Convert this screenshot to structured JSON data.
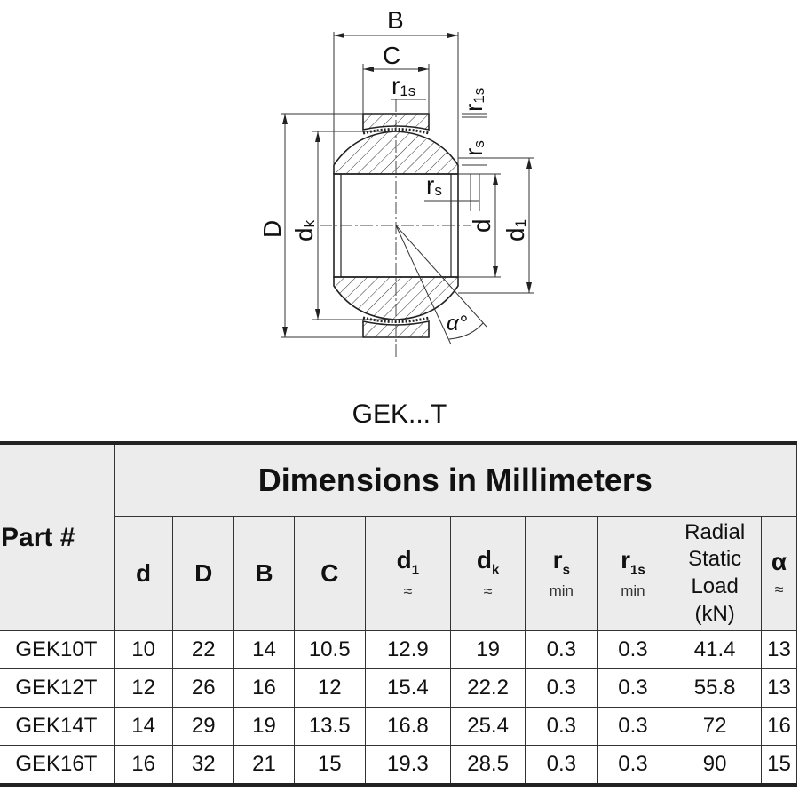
{
  "drawing": {
    "labels": {
      "B": "B",
      "C": "C",
      "r1s_top": "r",
      "r1s_top_sub": "1s",
      "r1s_side": "r",
      "r1s_side_sub": "1s",
      "rs_side": "r",
      "rs_side_sub": "s",
      "rs_mid": "r",
      "rs_mid_sub": "s",
      "D": "D",
      "dk": "d",
      "dk_sub": "k",
      "d": "d",
      "d1": "d",
      "d1_sub": "1",
      "alpha": "α°"
    }
  },
  "caption": "GEK...T",
  "table": {
    "title": "Dimensions in Millimeters",
    "part_header": "Part #",
    "columns": [
      {
        "main": "d",
        "sub": "",
        "note": ""
      },
      {
        "main": "D",
        "sub": "",
        "note": ""
      },
      {
        "main": "B",
        "sub": "",
        "note": ""
      },
      {
        "main": "C",
        "sub": "",
        "note": ""
      },
      {
        "main": "d",
        "sub": "1",
        "note": "≈"
      },
      {
        "main": "d",
        "sub": "k",
        "note": "≈"
      },
      {
        "main": "r",
        "sub": "s",
        "note": "min"
      },
      {
        "main": "r",
        "sub": "1s",
        "note": "min"
      },
      {
        "main": "Radial Static Load (kN)",
        "sub": "",
        "note": ""
      },
      {
        "main": "α",
        "sub": "",
        "note": "≈"
      }
    ],
    "rows": [
      {
        "part": "GEK10T",
        "values": [
          "10",
          "22",
          "14",
          "10.5",
          "12.9",
          "19",
          "0.3",
          "0.3",
          "41.4",
          "13"
        ]
      },
      {
        "part": "GEK12T",
        "values": [
          "12",
          "26",
          "16",
          "12",
          "15.4",
          "22.2",
          "0.3",
          "0.3",
          "55.8",
          "13"
        ]
      },
      {
        "part": "GEK14T",
        "values": [
          "14",
          "29",
          "19",
          "13.5",
          "16.8",
          "25.4",
          "0.3",
          "0.3",
          "72",
          "16"
        ]
      },
      {
        "part": "GEK16T",
        "values": [
          "16",
          "32",
          "21",
          "15",
          "19.3",
          "28.5",
          "0.3",
          "0.3",
          "90",
          "15"
        ]
      }
    ]
  }
}
